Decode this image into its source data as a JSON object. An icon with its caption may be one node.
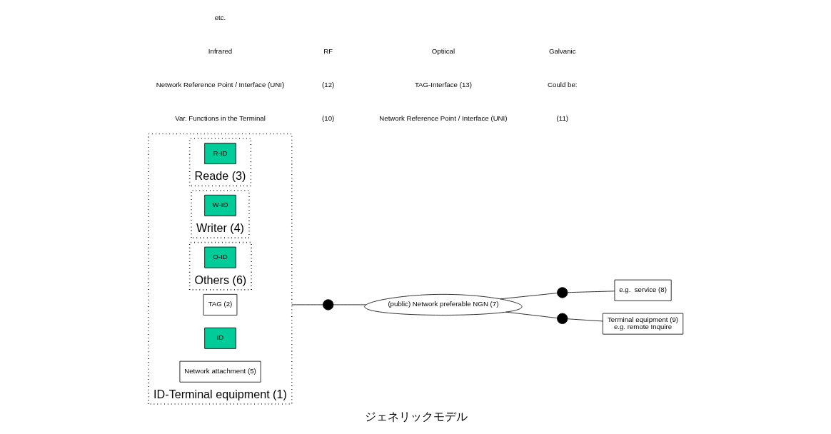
{
  "diagram": {
    "caption": "ジェネリックモデル",
    "nodes": [
      {
        "text": [
          "ID-Terminal equipment (1)"
        ]
      },
      {
        "text": [
          "TAG (2)"
        ],
        "in": 0
      },
      {
        "text": [
          "ID"
        ],
        "in": 0
      },
      {
        "text": [
          "Reade (3)"
        ],
        "in": 0
      },
      {
        "text": [
          "R-ID"
        ],
        "in": 3
      },
      {
        "text": [
          "Writer (4)"
        ],
        "in": 0
      },
      {
        "text": [
          "W-ID"
        ],
        "in": 5
      },
      {
        "text": [
          "Network attachment (5)"
        ],
        "in": 0
      },
      {
        "text": [
          "Others (6)"
        ],
        "in": 0
      },
      {
        "text": [
          "O-ID"
        ],
        "in": 8
      },
      {
        "text": [
          "(public) Network preferable NGN (7)"
        ]
      },
      {
        "text": [],
        "shape": "circle"
      },
      {
        "text": [],
        "shape": "circle"
      },
      {
        "text": [
          "e.g.  service (8)"
        ]
      },
      {
        "text": [],
        "shape": "circle"
      },
      {
        "text": [
          "Terminal equipment (9)",
          "e.g. remote Inquire"
        ]
      }
    ],
    "edges": [
      {
        "from": 0,
        "to": 11,
        "arrow": "none"
      },
      {
        "from": 11,
        "to": 10,
        "arrow": "none"
      },
      {
        "from": 10,
        "to": 12,
        "arrow": "none"
      },
      {
        "from": 12,
        "to": 13,
        "arrow": "none"
      },
      {
        "from": 10,
        "to": 14,
        "arrow": "none"
      },
      {
        "from": 14,
        "to": 15,
        "arrow": "none"
      }
    ],
    "labels": [
      "Var. Functions in the Terminal",
      "(10)",
      "Network Reference Point / Interface (UNI)",
      "(11)",
      "Network Reference Point / Interface (UNI)",
      "(12)",
      "TAG-Interface (13)",
      "Could be:",
      "Infrared",
      "RF",
      "Optiical",
      "Galvanic",
      "etc."
    ]
  }
}
